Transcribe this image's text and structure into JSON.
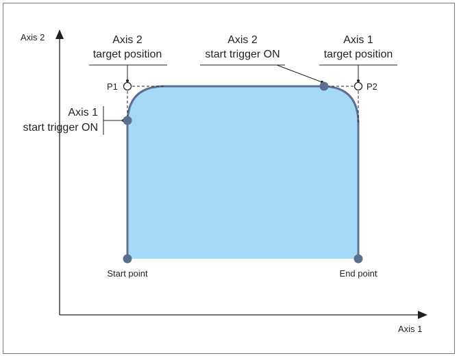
{
  "axes": {
    "y_label": "Axis 2",
    "x_label": "Axis 1"
  },
  "points": {
    "p1": "P1",
    "p2": "P2",
    "start": "Start point",
    "end": "End point"
  },
  "callouts": {
    "axis2_target": [
      "Axis 2",
      "target position"
    ],
    "axis2_trigger": [
      "Axis 2",
      "start trigger ON"
    ],
    "axis1_target": [
      "Axis 1",
      "target position"
    ],
    "axis1_trigger": [
      "Axis 1",
      "start trigger ON"
    ]
  },
  "colors": {
    "fill": "#a6d9f7",
    "path_stroke": "#5b6f8f",
    "dot": "#5b6f8f",
    "axis": "#231f20"
  }
}
